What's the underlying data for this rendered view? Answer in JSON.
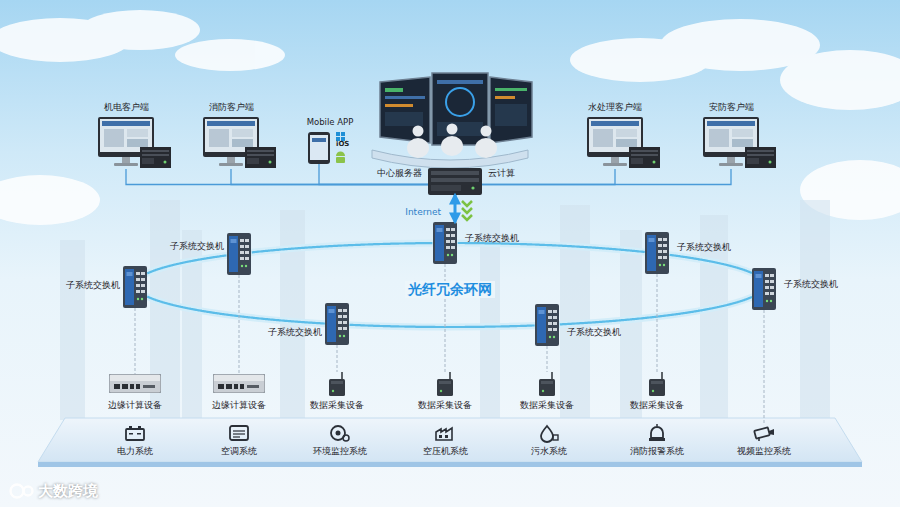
{
  "diagram": {
    "nodes": [
      {
        "text": [
          "机电客户端"
        ]
      },
      {
        "text": [
          "消防客户端"
        ]
      },
      {
        "text": [
          "Mobile APP"
        ]
      },
      {
        "text": [
          "水处理客户端"
        ]
      },
      {
        "text": [
          "安防客户端"
        ]
      },
      {
        "text": [
          "中心服务器",
          "云计算"
        ]
      },
      {
        "text": [
          "子系统交换机"
        ]
      },
      {
        "text": [
          "子系统交换机"
        ]
      },
      {
        "text": [
          "子系统交换机"
        ]
      },
      {
        "text": [
          "子系统交换机"
        ]
      },
      {
        "text": [
          "子系统交换机"
        ]
      },
      {
        "text": [
          "子系统交换机"
        ]
      },
      {
        "text": [
          "子系统交换机"
        ]
      },
      {
        "text": [
          "边缘计算设备"
        ]
      },
      {
        "text": [
          "边缘计算设备"
        ]
      },
      {
        "text": [
          "数据采集设备"
        ]
      },
      {
        "text": [
          "数据采集设备"
        ]
      },
      {
        "text": [
          "数据采集设备"
        ]
      },
      {
        "text": [
          "数据采集设备"
        ]
      },
      {
        "text": [
          "电力系统"
        ]
      },
      {
        "text": [
          "空调系统"
        ]
      },
      {
        "text": [
          "环境监控系统"
        ]
      },
      {
        "text": [
          "空压机系统"
        ]
      },
      {
        "text": [
          "污水系统"
        ]
      },
      {
        "text": [
          "消防报警系统"
        ]
      },
      {
        "text": [
          "视频监控系统"
        ]
      }
    ],
    "edges": [
      {
        "from": 0,
        "to": 5,
        "arrow": "none"
      },
      {
        "from": 1,
        "to": 5,
        "arrow": "none"
      },
      {
        "from": 2,
        "to": 5,
        "arrow": "none"
      },
      {
        "from": 3,
        "to": 5,
        "arrow": "none"
      },
      {
        "from": 4,
        "to": 5,
        "arrow": "none"
      },
      {
        "from": 5,
        "to": 6,
        "label": "Internet",
        "arrow": "both"
      },
      {
        "from": 6,
        "to": 8,
        "arrow": "none"
      },
      {
        "from": 8,
        "to": 10,
        "arrow": "none"
      },
      {
        "from": 10,
        "to": 12,
        "arrow": "none"
      },
      {
        "from": 12,
        "to": 11,
        "arrow": "none"
      },
      {
        "from": 11,
        "to": 9,
        "arrow": "none"
      },
      {
        "from": 9,
        "to": 7,
        "arrow": "none"
      },
      {
        "from": 7,
        "to": 6,
        "arrow": "none"
      },
      {
        "from": 9,
        "to": 13,
        "arrow": "none"
      },
      {
        "from": 7,
        "to": 14,
        "arrow": "none"
      },
      {
        "from": 11,
        "to": 15,
        "arrow": "none"
      },
      {
        "from": 6,
        "to": 16,
        "arrow": "none"
      },
      {
        "from": 12,
        "to": 17,
        "arrow": "none"
      },
      {
        "from": 8,
        "to": 18,
        "arrow": "none"
      },
      {
        "from": 10,
        "to": 25,
        "arrow": "none"
      }
    ],
    "labels": [
      "iOS",
      "光纤冗余环网",
      "大数跨境"
    ]
  }
}
